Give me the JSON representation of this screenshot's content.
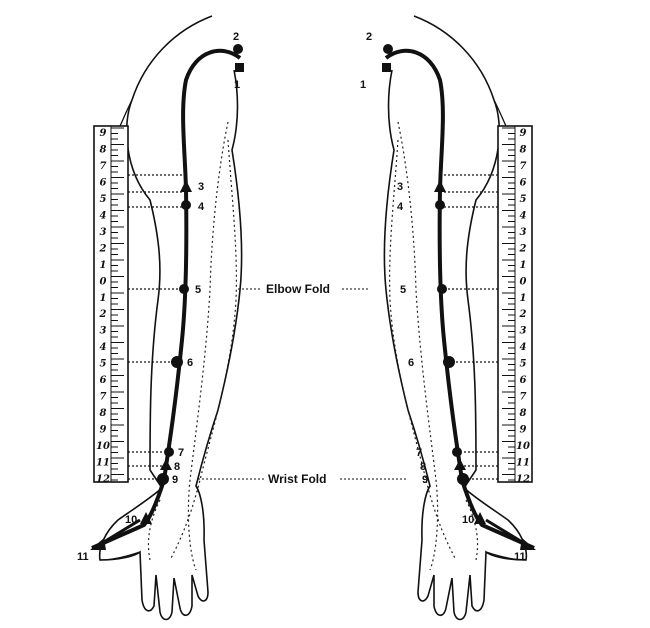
{
  "labels": {
    "elbow_fold": "Elbow Fold",
    "wrist_fold": "Wrist Fold"
  },
  "points": [
    "1",
    "2",
    "3",
    "4",
    "5",
    "6",
    "7",
    "8",
    "9",
    "10",
    "11"
  ],
  "scale": {
    "upper_digits": [
      "9",
      "8",
      "7",
      "6",
      "5",
      "4",
      "3",
      "2",
      "1",
      "0"
    ],
    "lower_digits": [
      "1",
      "2",
      "3",
      "4",
      "5",
      "6",
      "7",
      "8",
      "9",
      "10",
      "11",
      "12"
    ]
  }
}
